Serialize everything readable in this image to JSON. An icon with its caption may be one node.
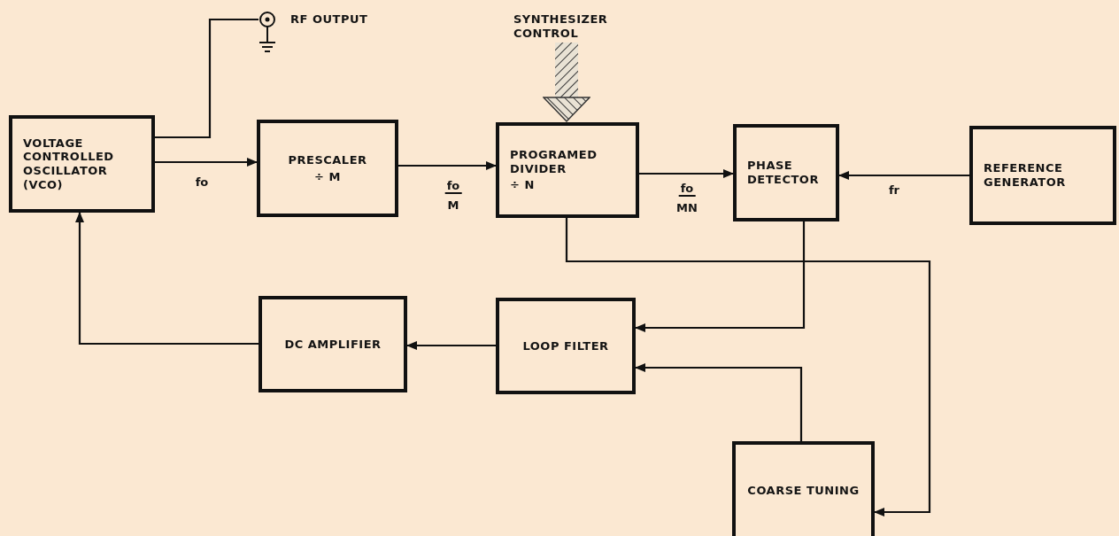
{
  "diagram": {
    "nodes": [
      {
        "text": [
          "VOLTAGE CONTROLLED OSCILLATOR (VCO)"
        ]
      },
      {
        "text": [
          "PRESCALER",
          "÷ M"
        ]
      },
      {
        "text": [
          "PROGRAMED DIVIDER",
          "÷ N"
        ]
      },
      {
        "text": [
          "PHASE DETECTOR"
        ]
      },
      {
        "text": [
          "REFERENCE GENERATOR"
        ]
      },
      {
        "text": [
          "DC AMPLIFIER"
        ]
      },
      {
        "text": [
          "LOOP FILTER"
        ]
      },
      {
        "text": [
          "COARSE TUNING"
        ]
      },
      {
        "text": [],
        "shape": "circle",
        "beside": [
          "RF OUTPUT"
        ]
      },
      {
        "text": [
          "SYNTHESIZER CONTROL"
        ]
      }
    ],
    "edges": [
      {
        "from": 0,
        "to": 1,
        "arrow": "to",
        "label": "fo"
      },
      {
        "from": 0,
        "to": 8,
        "arrow": "none"
      },
      {
        "from": 1,
        "to": 2,
        "arrow": "to"
      },
      {
        "from": 2,
        "to": 3,
        "arrow": "to"
      },
      {
        "from": 4,
        "to": 3,
        "arrow": "to",
        "label": "fr"
      },
      {
        "from": 3,
        "to": 6,
        "arrow": "to"
      },
      {
        "from": 2,
        "to": 7,
        "arrow": "to"
      },
      {
        "from": 7,
        "to": 6,
        "arrow": "to"
      },
      {
        "from": 6,
        "to": 5,
        "arrow": "to"
      },
      {
        "from": 5,
        "to": 0,
        "arrow": "to"
      },
      {
        "from": 9,
        "to": 2,
        "arrow": "to",
        "style": "thick"
      }
    ],
    "labels": [
      "fo",
      "M",
      "fo",
      "MN"
    ]
  }
}
